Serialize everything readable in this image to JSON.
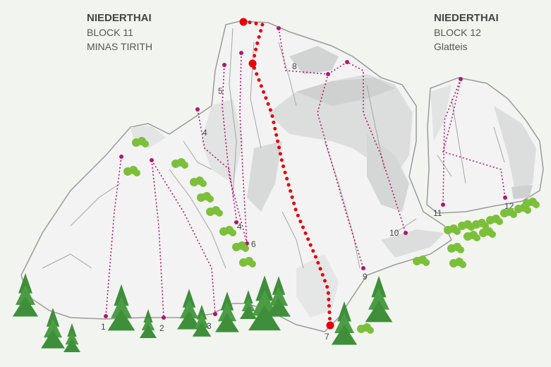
{
  "blocks": [
    {
      "area": "NIEDERTHAI",
      "block": "BLOCK 11",
      "name": "MINAS TIRITH"
    },
    {
      "area": "NIEDERTHAI",
      "block": "BLOCK 12",
      "name": "Glatteis"
    }
  ],
  "routes": [
    {
      "number": "1"
    },
    {
      "number": "2"
    },
    {
      "number": "3"
    },
    {
      "number": "4"
    },
    {
      "number": "4"
    },
    {
      "number": "5"
    },
    {
      "number": "6"
    },
    {
      "number": "7"
    },
    {
      "number": "8"
    },
    {
      "number": "9"
    },
    {
      "number": "10"
    },
    {
      "number": "11"
    },
    {
      "number": "12"
    }
  ],
  "colors": {
    "route_line": "#b0186a",
    "highlighted_route": "#e8000b",
    "rock_light": "#f3f3f3",
    "rock_shadow": "#cfd0d0",
    "rock_outline": "#9a9a9a",
    "tree": "#3f8f3a",
    "bush": "#7cbf3a"
  }
}
